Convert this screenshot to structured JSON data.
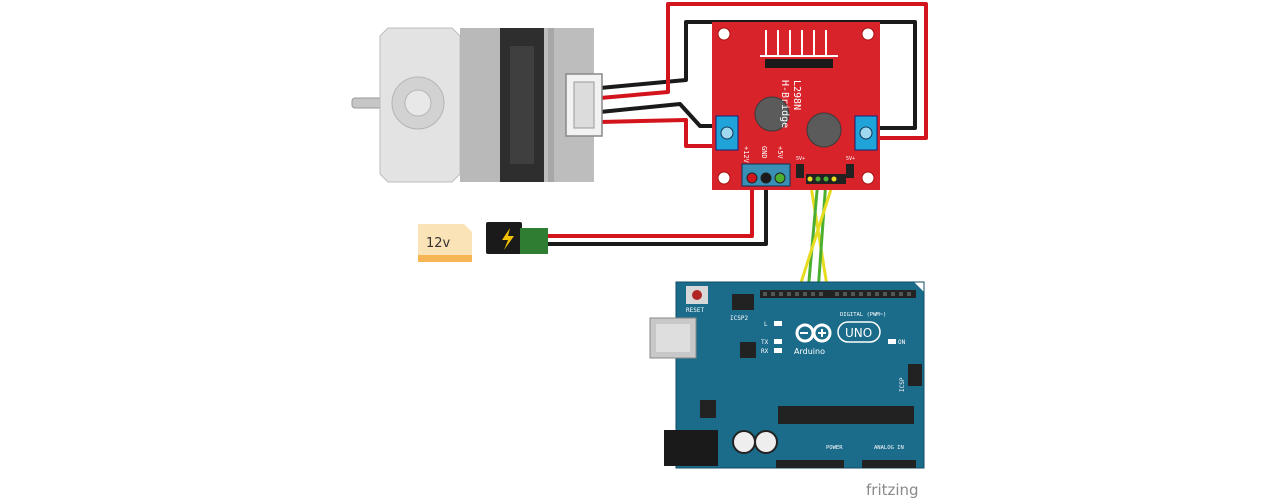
{
  "psu": {
    "label": "12v"
  },
  "driver": {
    "title_line1": "L298N",
    "title_line2": "H-Bridge",
    "pin_12v": "+12V",
    "pin_gnd": "GND",
    "pin_5v": "+5V",
    "jumper_left": "5V+",
    "jumper_right": "5V+"
  },
  "arduino": {
    "reset": "RESET",
    "icsp2": "ICSP2",
    "led_l": "L",
    "led_tx": "TX",
    "led_rx": "RX",
    "on": "ON",
    "brand": "Arduino",
    "model": "UNO",
    "digital": "DIGITAL (PWM~)",
    "power": "POWER",
    "analog": "ANALOG IN",
    "icsp": "ICSP"
  },
  "footer": {
    "brand": "fritzing"
  },
  "colors": {
    "wire_red": "#d4141c",
    "wire_black": "#1a1a1a",
    "wire_yellow": "#e8dc22",
    "wire_green": "#4caf30",
    "driver_board": "#d8232a",
    "arduino_board": "#1b6b8a",
    "terminal": "#1fa3d8"
  }
}
